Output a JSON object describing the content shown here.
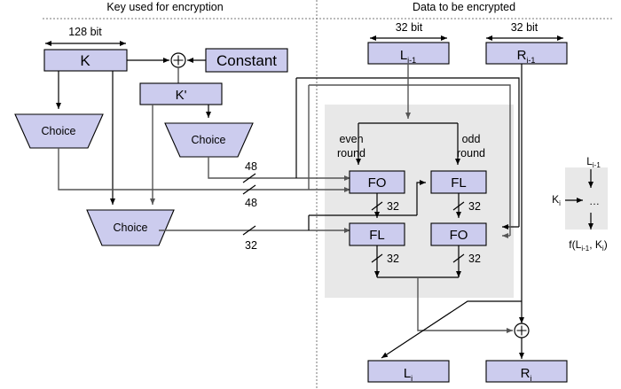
{
  "figure": {
    "titles": {
      "left_section": "Key used for encryption",
      "right_section": "Data to be encrypted"
    },
    "key_side": {
      "dimension_label": "128 bit",
      "key_box": "K",
      "constant_box": "Constant",
      "derived_key_box": "K'",
      "xor_symbol": "⊕",
      "choice_boxes": [
        {
          "label": "Choice",
          "id": "choice-left"
        },
        {
          "label": "Choice",
          "id": "choice-right"
        },
        {
          "label": "Choice",
          "id": "choice-bottom"
        }
      ],
      "wire_widths": [
        {
          "label": "48",
          "id": "width-48-top"
        },
        {
          "label": "48",
          "id": "width-48-bottom"
        },
        {
          "label": "32",
          "id": "width-32-choice"
        }
      ]
    },
    "data_side": {
      "dimension_labels": [
        "32 bit",
        "32 bit"
      ],
      "input_left": {
        "base": "L",
        "sub": "i-1"
      },
      "input_right": {
        "base": "R",
        "sub": "i-1"
      },
      "output_left": {
        "base": "L",
        "sub": "i"
      },
      "output_right": {
        "base": "R",
        "sub": "i"
      },
      "round_labels": {
        "even": [
          "even",
          "round"
        ],
        "odd": [
          "odd",
          "round"
        ]
      },
      "function_boxes": [
        {
          "label": "FO",
          "id": "fo-even"
        },
        {
          "label": "FL",
          "id": "fl-odd"
        },
        {
          "label": "FL",
          "id": "fl-even"
        },
        {
          "label": "FO",
          "id": "fo-odd"
        }
      ],
      "bus_widths": [
        {
          "label": "32",
          "id": "bus-fo-even"
        },
        {
          "label": "32",
          "id": "bus-fl-odd"
        },
        {
          "label": "32",
          "id": "bus-fl-even"
        },
        {
          "label": "32",
          "id": "bus-fo-odd"
        }
      ],
      "xor_symbol": "⊕"
    },
    "legend": {
      "input": {
        "base": "L",
        "sub": "i-1"
      },
      "key_input": {
        "base": "K",
        "sub": "i"
      },
      "ellipsis": "…",
      "output_prefix": "f(",
      "output_left": {
        "base": "L",
        "sub": "i-1"
      },
      "output_sep": ", ",
      "output_right": {
        "base": "K",
        "sub": "i"
      },
      "output_suffix": ")"
    },
    "colors": {
      "box_fill": "#ccccee",
      "box_stroke": "#000000",
      "gray_panel": "#e8e8e8",
      "wire": "#555555",
      "wire_dark": "#000000",
      "divider": "#777777",
      "background": "#ffffff"
    }
  }
}
